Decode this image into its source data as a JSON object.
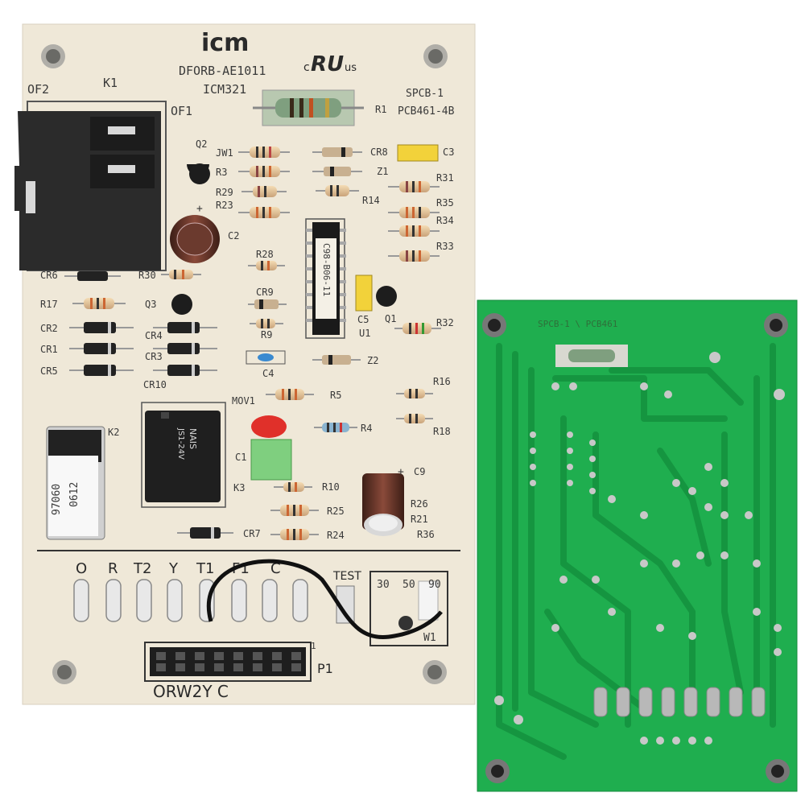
{
  "colors": {
    "board_front": "#efe8d8",
    "board_back": "#1fae4f",
    "trace": "#158a3c",
    "relay": "#2b2b2b",
    "pad": "#c8c8c8"
  },
  "front_board": {
    "brand": "icm",
    "model": "DFORB-AE1011",
    "part": "ICM321",
    "cert_c": "c",
    "cert_ul": "RU",
    "cert_us": "us",
    "spcb": "SPCB-1",
    "pcb": "PCB461-4B",
    "relay_labels": {
      "of2": "OF2",
      "k1": "K1",
      "of1": "OF1",
      "k2": "K2",
      "k3": "K3"
    },
    "k2_sticker": {
      "line1": "97060",
      "line2": "0612"
    },
    "k3_relay_text": {
      "brand": "NAIS",
      "model": "JS1-24V"
    },
    "ic_text": "C98-B06-11",
    "components": {
      "r1": "R1",
      "q2": "Q2",
      "jw1": "JW1",
      "r3": "R3",
      "r29": "R29",
      "r23": "R23",
      "c2": "C2",
      "cr8": "CR8",
      "z1": "Z1",
      "r14": "R14",
      "c3": "C3",
      "r31": "R31",
      "r35": "R35",
      "r34": "R34",
      "r33": "R33",
      "r28": "R28",
      "cr6": "CR6",
      "r30": "R30",
      "r17": "R17",
      "q3": "Q3",
      "cr9": "CR9",
      "r9": "R9",
      "c5": "C5",
      "u1": "U1",
      "q1": "Q1",
      "r32": "R32",
      "cr2": "CR2",
      "cr4": "CR4",
      "cr1": "CR1",
      "cr3": "CR3",
      "cr5": "CR5",
      "c4": "C4",
      "z2": "Z2",
      "cr10": "CR10",
      "mov1": "MOV1",
      "r5": "R5",
      "r16": "R16",
      "r4": "R4",
      "r18": "R18",
      "c1": "C1",
      "c9": "C9",
      "r10": "R10",
      "r26": "R26",
      "r21": "R21",
      "r25": "R25",
      "r36": "R36",
      "cr7": "CR7",
      "r24": "R24"
    },
    "terminals": [
      "O",
      "R",
      "T2",
      "Y",
      "T1",
      "F1",
      "C"
    ],
    "test": "TEST",
    "dip_30": "30",
    "dip_50": "50",
    "dip_90": "90",
    "w1": "W1",
    "p1": "P1",
    "p1_pin1": "1",
    "connector_labels": "ORW2Y C",
    "plus": "+"
  },
  "back_board": {
    "silk": "SPCB-1 \\ PCB461"
  }
}
